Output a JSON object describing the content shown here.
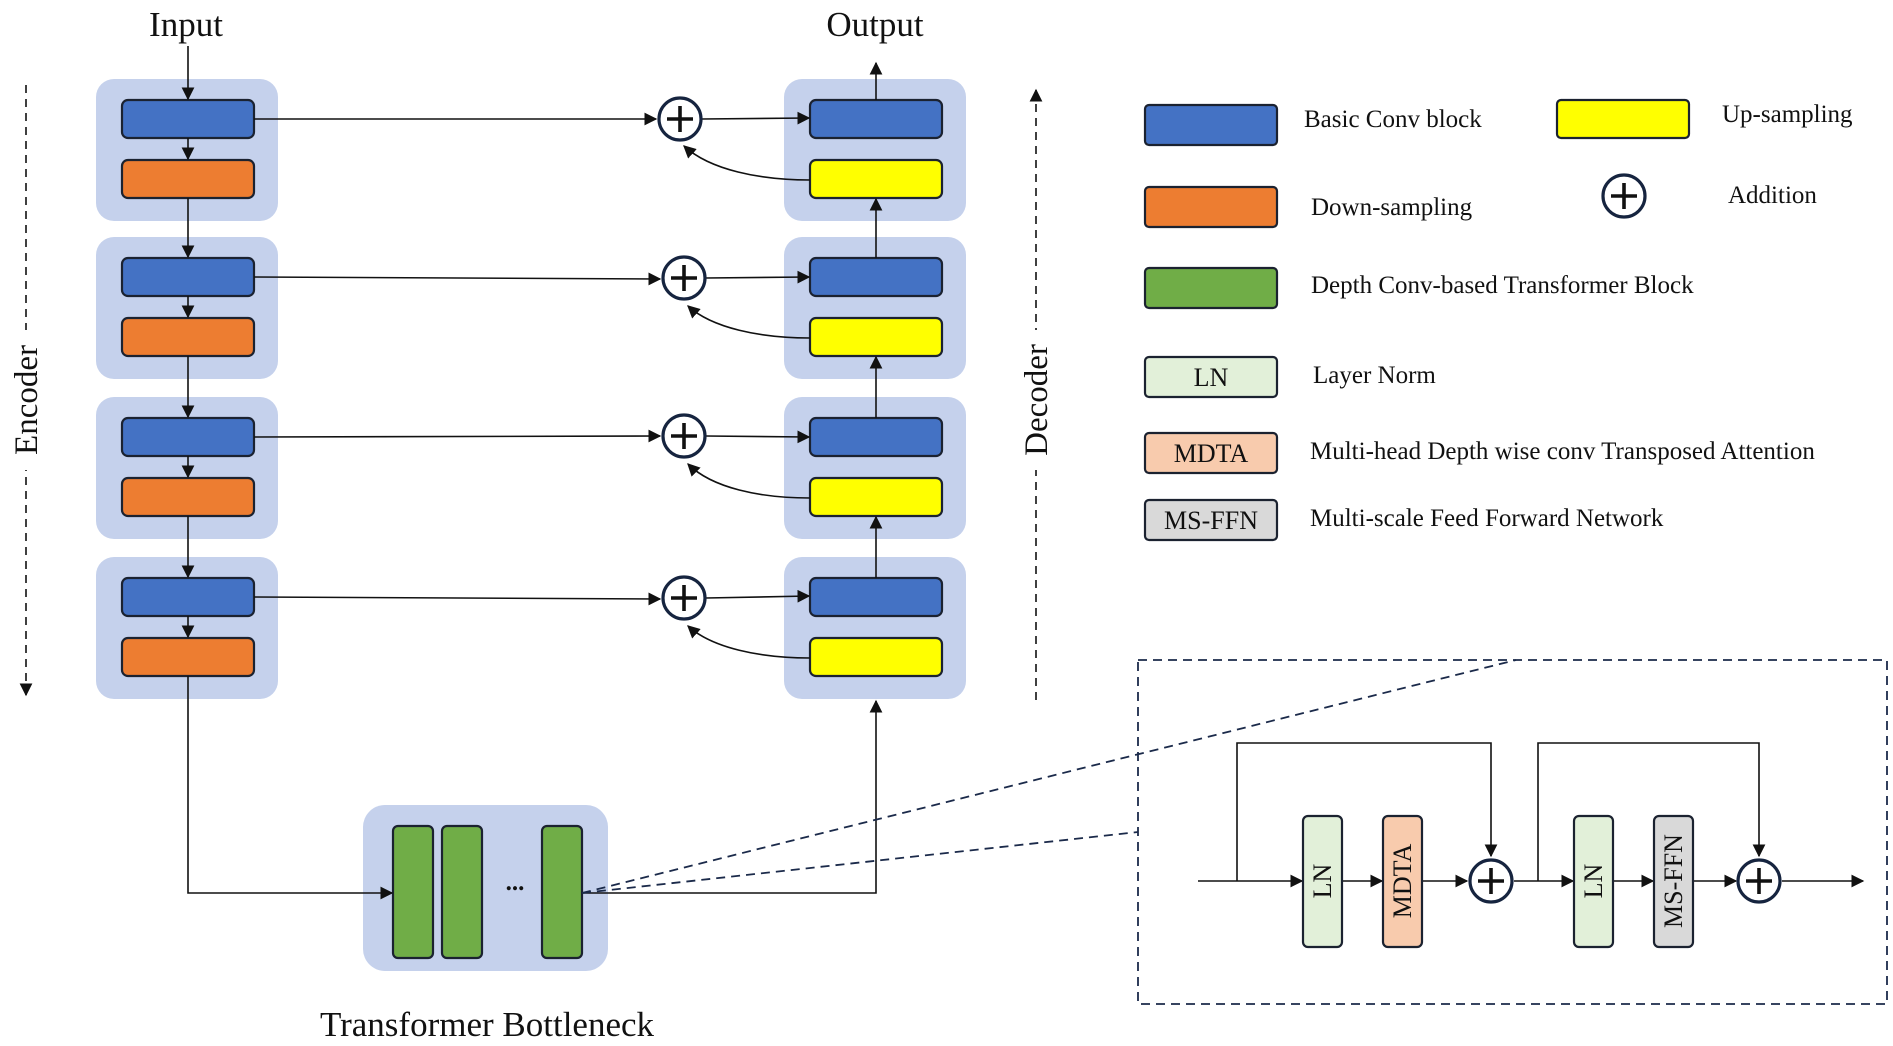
{
  "colors": {
    "conv": "#4472c4",
    "down": "#ed7d31",
    "up": "#ffff00",
    "transformer": "#70ad47",
    "ln": "#e2f0d9",
    "mdta": "#f8cbad",
    "msffn": "#d9d9d9",
    "stage_bg": "#c5d1ec",
    "addition_ring": "#16243f"
  },
  "labels": {
    "input": "Input",
    "output": "Output",
    "encoder": "Encoder",
    "decoder": "Decoder",
    "bottleneck": "Transformer Bottleneck",
    "ellipsis": "..."
  },
  "legend": {
    "conv": "Basic Conv block",
    "up": "Up-sampling",
    "down": "Down-sampling",
    "addition": "Addition",
    "transformer": "Depth Conv-based Transformer Block",
    "ln": "Layer Norm",
    "mdta": "Multi-head Depth wise conv Transposed Attention",
    "msffn": "Multi-scale  Feed Forward Network"
  },
  "blocks": {
    "ln": "LN",
    "mdta": "MDTA",
    "msffn": "MS-FFN"
  }
}
